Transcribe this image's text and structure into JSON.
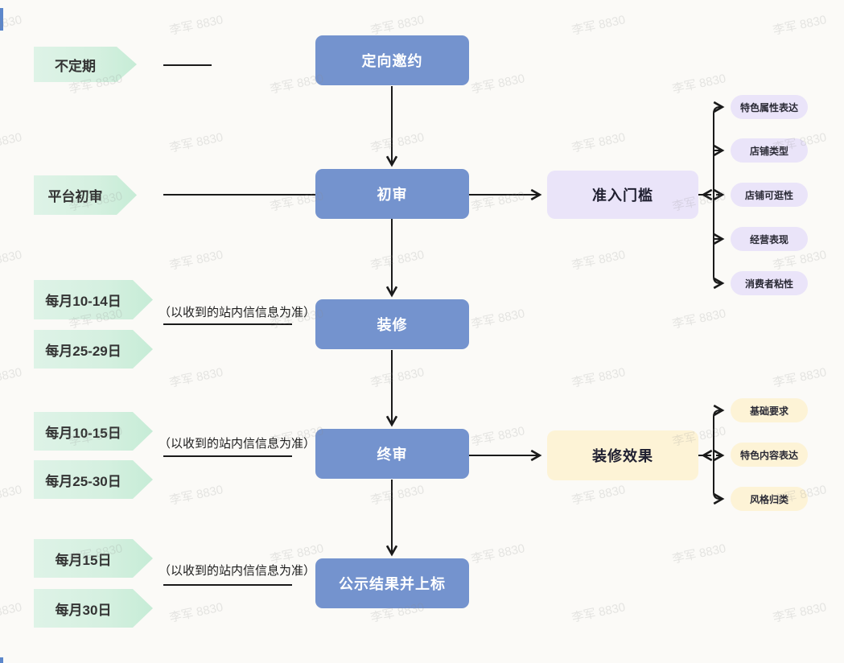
{
  "watermark": {
    "text": "李军 8830"
  },
  "flow": {
    "stages": [
      "定向邀约",
      "初审",
      "装修",
      "终审",
      "公示结果并上标"
    ]
  },
  "left_labels": [
    "不定期",
    "平台初审",
    "每月10-14日",
    "每月25-29日",
    "每月10-15日",
    "每月25-30日",
    "每月15日",
    "每月30日"
  ],
  "annotations": {
    "note": "（以收到的站内信信息为准）"
  },
  "right_groups": [
    {
      "title": "准入门槛",
      "items": [
        "特色属性表达",
        "店铺类型",
        "店铺可逛性",
        "经营表现",
        "消费者粘性"
      ]
    },
    {
      "title": "装修效果",
      "items": [
        "基础要求",
        "特色内容表达",
        "风格归类"
      ]
    }
  ],
  "colors": {
    "stage_blue": "#7493ce",
    "label_green": "#d5f0e0",
    "group_purple": "#eae4f9",
    "group_yellow": "#fdf3d6",
    "line_black": "#1a1a1a",
    "background": "#fbfaf7"
  }
}
